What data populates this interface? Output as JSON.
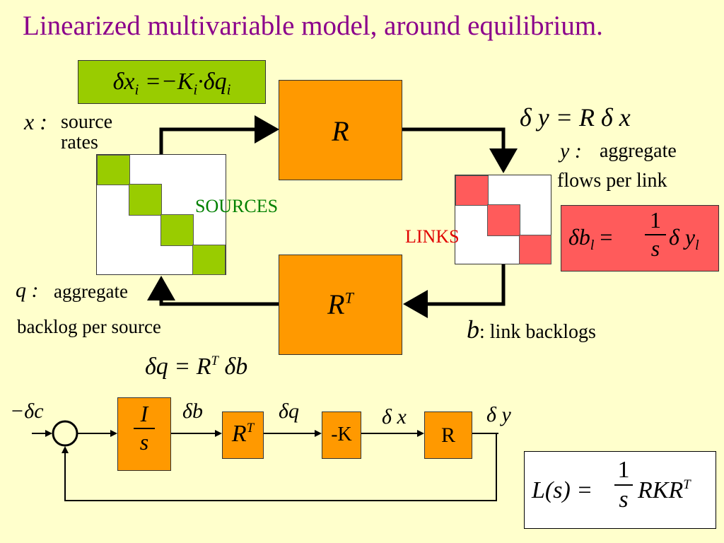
{
  "title": "Linearized multivariable model, around equilibrium.",
  "colors": {
    "background": "#FFFFCC",
    "title": "#8B008B",
    "orange_block": "#FF9900",
    "source_green": "#99CC00",
    "link_red": "#FF5B5B",
    "sources_label": "#008000",
    "links_label": "#E00000"
  },
  "eq_source": {
    "lhs": "δx",
    "lhs_sub": "i",
    "eq": "=−K",
    "k_sub": "i",
    "dot": "·δq",
    "q_sub": "i"
  },
  "eq_y": "δ y = R δ x",
  "eq_link": {
    "lhs": "δb",
    "lhs_sub": "l",
    "eq": "=",
    "num": "1",
    "den": "s",
    "rhs": "δ y",
    "rhs_sub": "l"
  },
  "eq_q": {
    "lhs": "δq = R",
    "sup": "T",
    "rhs": " δb"
  },
  "labels": {
    "x_var": "x :",
    "x_text1": "source",
    "x_text2": "rates",
    "y_var": "y :",
    "y_text1": "aggregate",
    "y_text2": "flows per link",
    "q_var": "q :",
    "q_text1": "aggregate",
    "q_text2": "backlog per source",
    "b_var": "b",
    "b_text": ": link backlogs",
    "sources": "SOURCES",
    "links": "LINKS"
  },
  "blocks": {
    "R": "R",
    "RT_base": "R",
    "RT_sup": "T"
  },
  "block_diagram": {
    "input": "−δc",
    "integrator_num": "I",
    "integrator_den": "s",
    "db": "δb",
    "rt_base": "R",
    "rt_sup": "T",
    "dq": "δq",
    "negK": "-K",
    "dx": "δ x",
    "R": "R",
    "dy": "δ y"
  },
  "loop_gain": {
    "lhs": "L(s) =",
    "num": "1",
    "den": "s",
    "rhs": "RKR",
    "sup": "T"
  }
}
